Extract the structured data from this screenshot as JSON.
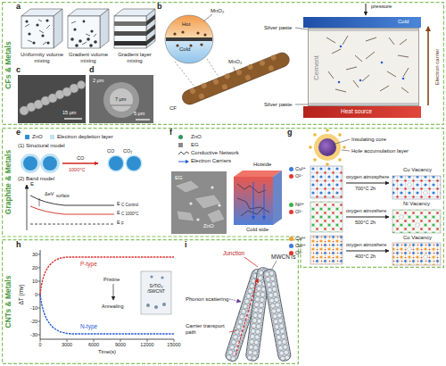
{
  "diagram": {
    "nodes": [
      {
        "text": [
          "CFs & Metals"
        ]
      },
      {
        "text": [
          "Cement"
        ],
        "in": 0
      },
      {
        "text": [
          "Graphite & Metals"
        ]
      },
      {
        "text": [
          "CNTs & Metals"
        ]
      }
    ],
    "labels": [
      "a",
      "Uniformity volume mixing",
      "Gradient volume mixing",
      "Gradient layer mixing",
      "b",
      "MnO₂",
      "Hot",
      "Cold",
      "MnO₂",
      "CF",
      "pressure",
      "Cold",
      "Silver paste",
      "Silver paste",
      "Heat source",
      "Electron carrier",
      "c",
      "15 μm",
      "d",
      "2 μm",
      "7 μm",
      "5 μm",
      "e",
      "(1) Structural model",
      "CO",
      "CO₂",
      "1000°C",
      "CO",
      "(2) Band model",
      "E",
      "ΔeV",
      "surface",
      "E",
      "C Control",
      "E",
      "C 1000°C",
      "E",
      "F",
      "f",
      "EG",
      "ZnO",
      "Hotside",
      "Cold side",
      "g",
      "Insulating core",
      "Hole accumulation layer",
      "oxygen atmosphere",
      "700°C 2h",
      "Cu Vacancy",
      "oxygen atmoshere",
      "500°C 2h",
      "Ni Vacancy",
      "oxygen atmoshere",
      "400°C 2h",
      "Co Vacancy",
      "h",
      "ΔT (mv)",
      "30",
      "20",
      "10",
      "0",
      "-10",
      "-20",
      "-30",
      "0",
      "3000",
      "6000",
      "9000",
      "12000",
      "15000",
      "Time(s)",
      "P-type",
      "N-type",
      "Pristine",
      "Annealing",
      "SrTiO₃ /SWCNT",
      "i",
      "Junction",
      "MWCNTs",
      "Phonon scattering",
      "Carrier transport path"
    ],
    "legend": [
      {
        "text": "ZnO",
        "color": "#2f8fd0"
      },
      {
        "text": "Electron depletion layer",
        "color": "#bfe3f5"
      },
      {
        "text": "ZnO",
        "color": "#2d9a5a"
      },
      {
        "text": "EG",
        "color": "#8a8a8a"
      },
      {
        "text": "Conductive Network"
      },
      {
        "text": "Electron Carriers"
      },
      {
        "text": "Cu²⁺",
        "color": "#3b7dd8"
      },
      {
        "text": "O²⁻",
        "color": "#e03a2f"
      },
      {
        "text": "Ni²⁺",
        "color": "#3cb44b"
      },
      {
        "text": "O²⁻",
        "color": "#e03a2f"
      },
      {
        "text": "Co³⁺",
        "color": "#f0a030"
      },
      {
        "text": "Co²⁺",
        "color": "#3b7dd8"
      },
      {
        "text": "O²⁻",
        "color": "#e03a2f"
      }
    ]
  }
}
